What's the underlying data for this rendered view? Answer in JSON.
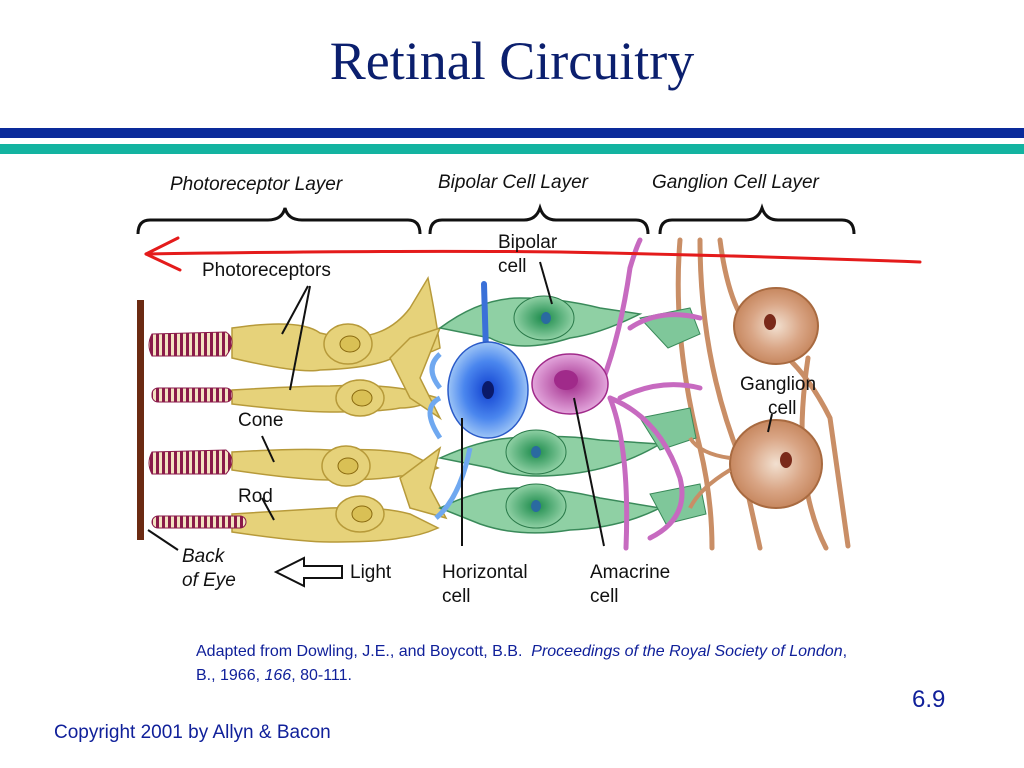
{
  "slide": {
    "title": "Retinal Circuitry",
    "slide_number": "6.9",
    "copyright": "Copyright 2001 by Allyn & Bacon"
  },
  "colors": {
    "title": "#0b1f6e",
    "text": "#10209a",
    "rule_blue": "#0a2a9a",
    "rule_teal": "#13b3a0",
    "photoreceptor": "#e6d27a",
    "horizontal_cell": "#6fa8f0",
    "bipolar_cell": "#7fc79a",
    "amacrine_cell": "#cc7ac4",
    "ganglion_cell": "#d7a37e",
    "light_path": "#e41b1b"
  },
  "diagram": {
    "layers": {
      "photoreceptor": "Photoreceptor Layer",
      "bipolar": "Bipolar Cell Layer",
      "ganglion": "Ganglion Cell Layer"
    },
    "labels": {
      "photoreceptors": "Photoreceptors",
      "cone": "Cone",
      "rod": "Rod",
      "back_of_eye_1": "Back",
      "back_of_eye_2": "of Eye",
      "light": "Light",
      "bipolar_1": "Bipolar",
      "bipolar_2": "cell",
      "ganglion_1": "Ganglion",
      "ganglion_2": "cell",
      "horizontal_1": "Horizontal",
      "horizontal_2": "cell",
      "amacrine_1": "Amacrine",
      "amacrine_2": "cell"
    }
  },
  "citation": {
    "part1": "Adapted from Dowling, J.E., and Boycott, B.B.",
    "journal": "Proceedings of the Royal Society of London",
    "part2": ", B., 1966, ",
    "volume": "166",
    "part3": ", 80-111."
  }
}
